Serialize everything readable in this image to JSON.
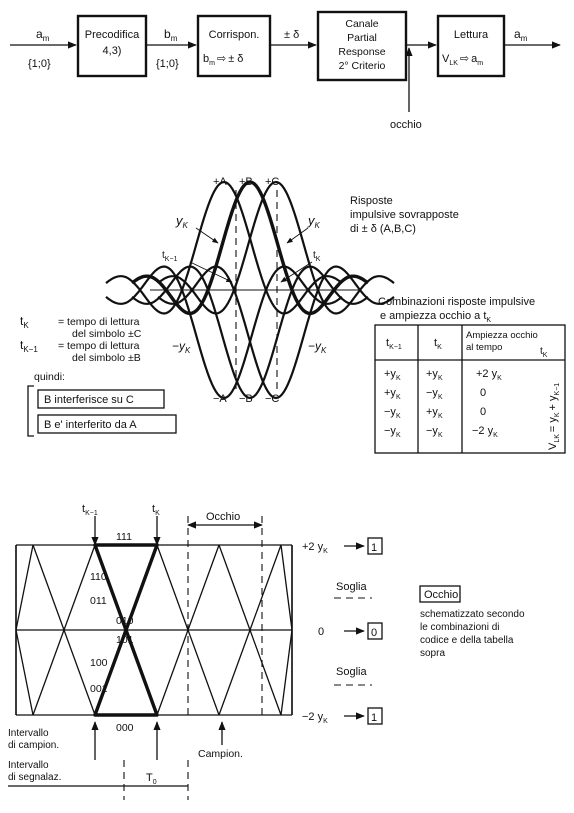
{
  "block_diagram": {
    "input_signal": "a",
    "input_sub": "m",
    "input_set": "{1;0}",
    "precoder_title": "Precodifica",
    "precoder_sub": "4,3)",
    "b_signal": "b",
    "b_sub": "m",
    "b_set": "{1;0}",
    "mapper_title": "Corrispon.",
    "mapper_b": "b",
    "mapper_b_sub": "m",
    "mapper_arrow": "⇨",
    "mapper_out": "± δ",
    "mapper_output_label": "± δ",
    "channel_line1": "Canale",
    "channel_line2": "Partial",
    "channel_line3": "Response",
    "channel_line4": "2° Criterio",
    "reader_title": "Lettura",
    "reader_v": "V",
    "reader_v_sub": "LK",
    "reader_arrow": "⇨",
    "reader_a": "a",
    "reader_a_sub": "m",
    "output_signal": "a",
    "output_sub": "m",
    "eye_label": "occhio"
  },
  "impulse_plot": {
    "peak_A": "+A",
    "peak_B": "+B",
    "peak_C": "+C",
    "trough_A": "−A",
    "trough_B": "−B",
    "trough_C": "−C",
    "yk_left": "y",
    "yk_right": "y",
    "yk_sub": "K",
    "tk1_label": "t",
    "tk1_sub": "K−1",
    "tk_label": "t",
    "tk_sub": "K",
    "neg_yk_left": "−y",
    "neg_yk_right": "−y",
    "caption_line1": "Risposte",
    "caption_line2": "impulsive sovrapposte",
    "caption_line3": "di ± δ (A,B,C)"
  },
  "definitions": {
    "tk_symbol": "t",
    "tk_sub": "K",
    "tk_text1": "= tempo di lettura",
    "tk_text2": "del simbolo ±C",
    "tk1_symbol": "t",
    "tk1_sub": "K−1",
    "tk1_text1": "= tempo di lettura",
    "tk1_text2": "del simbolo ±B",
    "quindi": "quindi:",
    "statement1": "B interferisce su C",
    "statement2": "B e' interferito da A"
  },
  "combo_table": {
    "title1": "Combinazioni risposte impulsive",
    "title2": "e ampiezza occhio a t",
    "title2_sub": "K",
    "header_tk1": "t",
    "header_tk1_sub": "K−1",
    "header_tk": "t",
    "header_tk_sub": "K",
    "header_amp1": "Ampiezza occhio",
    "header_amp2": "al tempo",
    "header_amp_t": "t",
    "header_amp_sub": "K",
    "rows": [
      {
        "c1": "+y",
        "c2": "+y",
        "amp": "+2 y"
      },
      {
        "c1": "+y",
        "c2": "−y",
        "amp": "0"
      },
      {
        "c1": "−y",
        "c2": "+y",
        "amp": "0"
      },
      {
        "c1": "−y",
        "c2": "−y",
        "amp": "−2 y"
      }
    ],
    "sub": "K",
    "vertical_formula": "V  = y  + y",
    "vertical_v": "V",
    "vertical_v_sub": "LK",
    "vertical_eq": "= y",
    "vertical_y1_sub": "K",
    "vertical_plus": "+ y",
    "vertical_y2_sub": "K−1"
  },
  "eye_diagram": {
    "tk1_label": "t",
    "tk1_sub": "K−1",
    "tk_label": "t",
    "tk_sub": "K",
    "occhio_top": "Occhio",
    "code_111": "111",
    "code_110": "110",
    "code_011": "011",
    "code_010": "010",
    "code_101": "101",
    "code_100": "100",
    "code_001": "001",
    "code_000": "000",
    "level_top": "+2 y",
    "level_top_sub": "K",
    "level_top_box": "1",
    "level_mid": "0",
    "level_mid_box": "0",
    "level_bot": "−2 y",
    "level_bot_sub": "K",
    "level_bot_box": "1",
    "soglia_upper": "Soglia",
    "soglia_lower": "Soglia",
    "legend_title": "Occhio",
    "legend_line1": "schematizzato secondo",
    "legend_line2": "le combinazioni di",
    "legend_line3": "codice e della tabella",
    "legend_line4": "sopra",
    "interval_campion1": "Intervallo",
    "interval_campion2": "di campion.",
    "interval_segn1": "Intervallo",
    "interval_segn2": "di segnalaz.",
    "campion": "Campion.",
    "period": "T",
    "period_sub": "0"
  }
}
